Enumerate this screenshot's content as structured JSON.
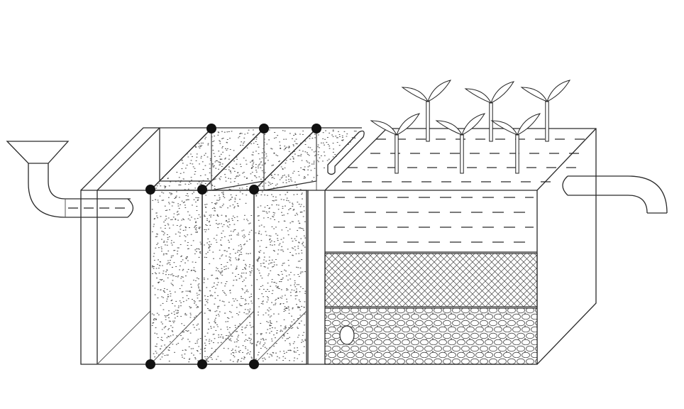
{
  "diagram": {
    "colors": {
      "line": "#2a2a2a",
      "stipple": "#555555",
      "node": "#111111",
      "background": "#ffffff",
      "stipple_bg": "#f4f4f4"
    },
    "components": [
      "inlet-funnel-icon",
      "inlet-pipe",
      "filter-tank",
      "stippled-filter-panels",
      "connecting-pipe",
      "wetland-bed",
      "water-layer",
      "mesh-layer",
      "gravel-layer",
      "plant-icons",
      "outlet-pipe"
    ]
  }
}
